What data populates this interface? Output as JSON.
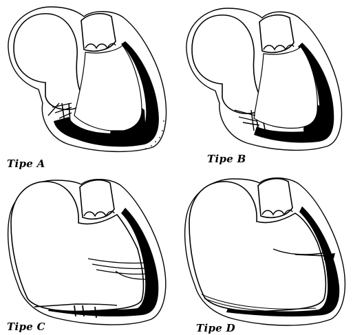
{
  "panels": [
    {
      "label": "Tipe A"
    },
    {
      "label": "Tipe B"
    },
    {
      "label": "Tipe C"
    },
    {
      "label": "Tipe D"
    }
  ],
  "colors": {
    "ink": "#000000",
    "paper": "#ffffff"
  }
}
